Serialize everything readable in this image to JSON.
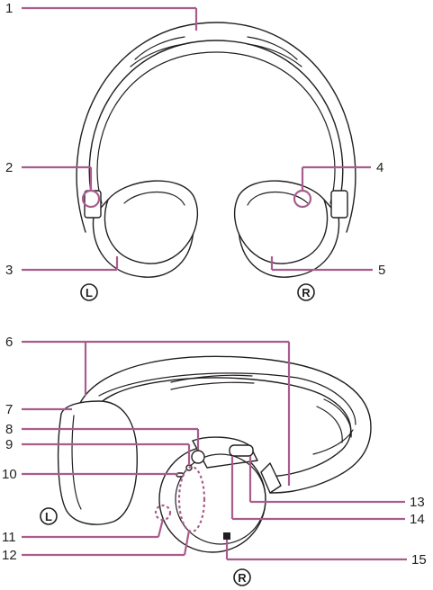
{
  "callouts": {
    "c1": "1",
    "c2": "2",
    "c3": "3",
    "c4": "4",
    "c5": "5",
    "c6": "6",
    "c7": "7",
    "c8": "8",
    "c9": "9",
    "c10": "10",
    "c11": "11",
    "c12": "12",
    "c13": "13",
    "c14": "14",
    "c15": "15"
  },
  "side_marks": {
    "left_top": "L",
    "right_top": "R",
    "left_bottom": "L",
    "right_bottom": "R"
  },
  "colors": {
    "leader": "#a85d8c",
    "drawing": "#231f20"
  }
}
